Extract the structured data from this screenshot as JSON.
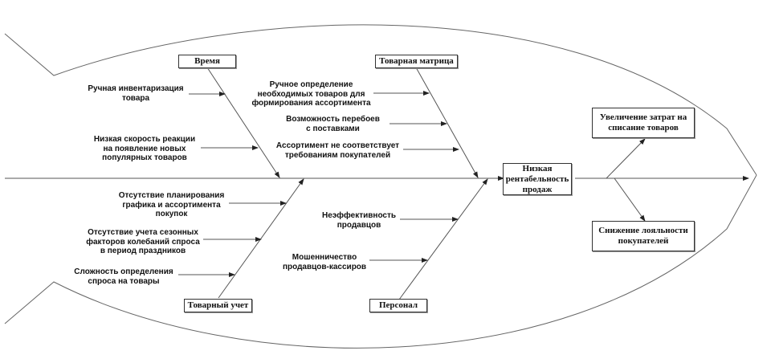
{
  "diagram": {
    "type": "fishbone",
    "problem": "Низкая рентабельность продаж",
    "categories": [
      {
        "id": "time",
        "label": "Время",
        "causes": [
          "Ручная инвентаризация\nтовара",
          "Низкая скорость реакции\nна появление новых\nпопулярных товаров"
        ]
      },
      {
        "id": "matrix",
        "label": "Товарная матрица",
        "causes": [
          "Ручное определение\nнеобходимых товаров для\nформирования ассортимента",
          "Возможность перебоев\nс поставками",
          "Ассортимент не соответствует\nтребованиям покупателей"
        ]
      },
      {
        "id": "accounting",
        "label": "Товарный учет",
        "causes": [
          "Отсутствие планирования\nграфика и ассортимента\nпокупок",
          "Отсутствие учета сезонных\nфакторов колебаний спроса\nв период праздников",
          "Сложность определения\nспроса на товары"
        ]
      },
      {
        "id": "staff",
        "label": "Персонал",
        "causes": [
          "Неэффективность\nпродавцов",
          "Мошенничество\nпродавцов-кассиров"
        ]
      }
    ],
    "effects": [
      "Увеличение затрат на списание товаров",
      "Снижение лояльности покупателей"
    ]
  }
}
